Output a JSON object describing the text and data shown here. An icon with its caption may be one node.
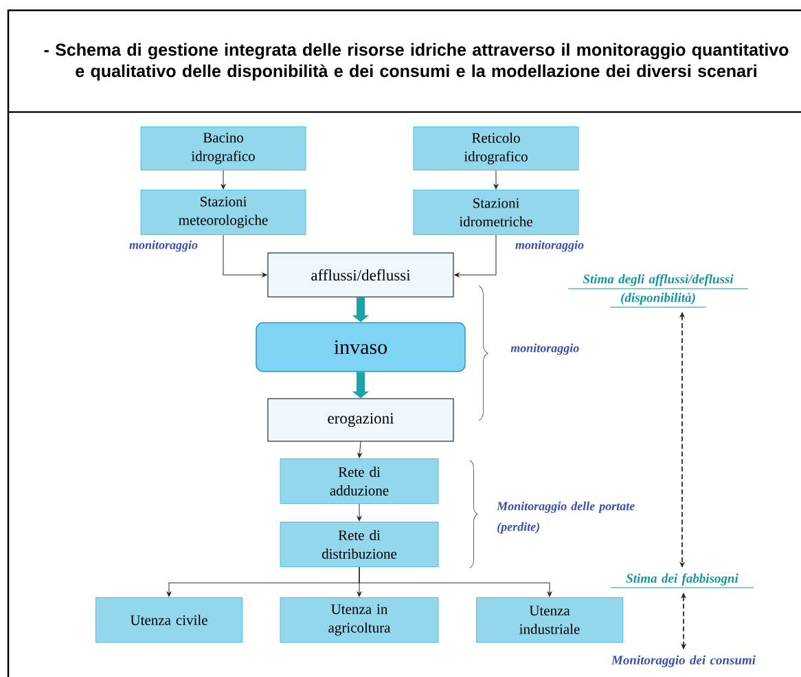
{
  "diagram": {
    "title": "- Schema di gestione integrata delle risorse idriche attraverso il monitoraggio quantitativo e qualitativo delle disponibilità e dei consumi e la modellazione dei diversi scenari",
    "nodes": [
      {
        "text": [
          "Bacino idrografico"
        ]
      },
      {
        "text": [
          "Reticolo idrografico"
        ]
      },
      {
        "text": [
          "Stazioni meteorologiche"
        ],
        "beside": [
          "monitoraggio"
        ]
      },
      {
        "text": [
          "Stazioni idrometriche"
        ],
        "beside": [
          "monitoraggio"
        ]
      },
      {
        "text": [
          "afflussi/deflussi"
        ]
      },
      {
        "text": [
          "invaso"
        ]
      },
      {
        "text": [
          "erogazioni"
        ]
      },
      {
        "text": [
          "Rete di adduzione"
        ]
      },
      {
        "text": [
          "Rete di distribuzione"
        ]
      },
      {
        "text": [
          "Utenza civile"
        ]
      },
      {
        "text": [
          "Utenza in agricoltura"
        ]
      },
      {
        "text": [
          "Utenza industriale"
        ]
      },
      {
        "text": [
          "Stima degli afflussi/deflussi (disponibilità)"
        ]
      },
      {
        "text": [
          "Stima dei fabbisogni"
        ]
      },
      {
        "text": [
          "Monitoraggio dei consumi"
        ]
      }
    ],
    "edges": [
      {
        "from": 0,
        "to": 2,
        "arrow": "to"
      },
      {
        "from": 1,
        "to": 3,
        "arrow": "to"
      },
      {
        "from": 2,
        "to": 4,
        "arrow": "to"
      },
      {
        "from": 3,
        "to": 4,
        "arrow": "to"
      },
      {
        "from": 4,
        "to": 5,
        "arrow": "to",
        "style": "thick",
        "color": "#1aa3a8"
      },
      {
        "from": 5,
        "to": 6,
        "arrow": "to",
        "style": "thick",
        "color": "#1aa3a8"
      },
      {
        "from": 6,
        "to": 7,
        "arrow": "to"
      },
      {
        "from": 7,
        "to": 8,
        "arrow": "to"
      },
      {
        "from": 8,
        "to": 9,
        "arrow": "to"
      },
      {
        "from": 8,
        "to": 10,
        "arrow": "to"
      },
      {
        "from": 8,
        "to": 11,
        "arrow": "to"
      },
      {
        "from": 12,
        "to": 13,
        "arrow": "both",
        "style": "dashed"
      },
      {
        "from": 13,
        "to": 14,
        "arrow": "both",
        "style": "dashed"
      }
    ],
    "labels": [
      "monitoraggio",
      "Monitoraggio delle portate (perdite)"
    ]
  }
}
